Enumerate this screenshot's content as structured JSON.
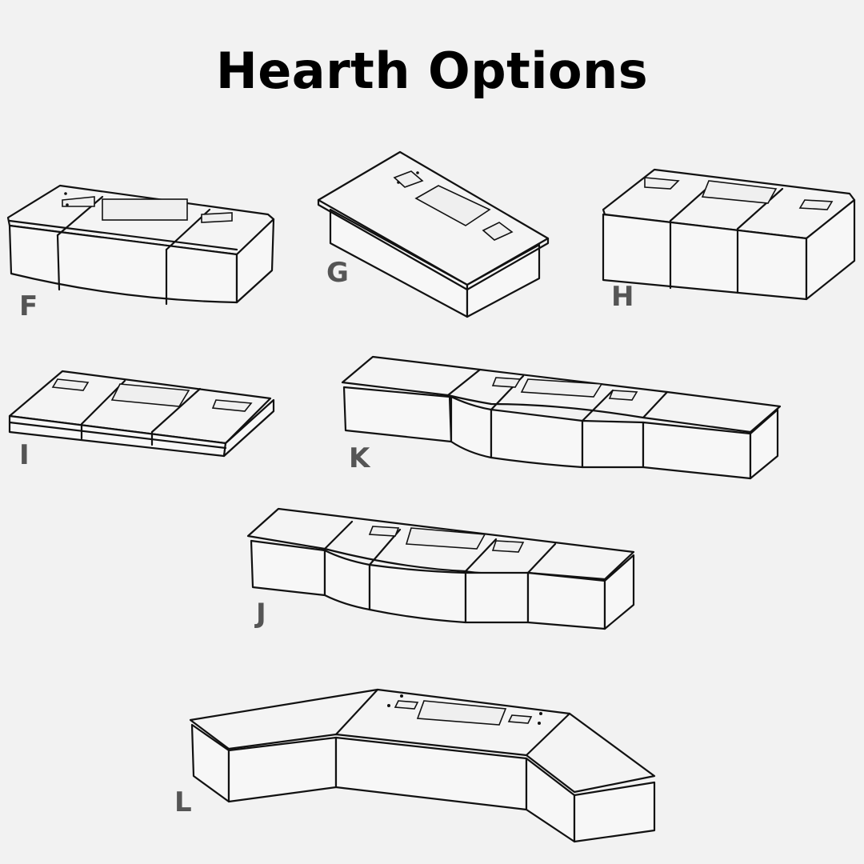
{
  "title": "Hearth Options",
  "options": {
    "f": "F",
    "g": "G",
    "h": "H",
    "i": "I",
    "k": "K",
    "j": "J",
    "l": "L"
  }
}
